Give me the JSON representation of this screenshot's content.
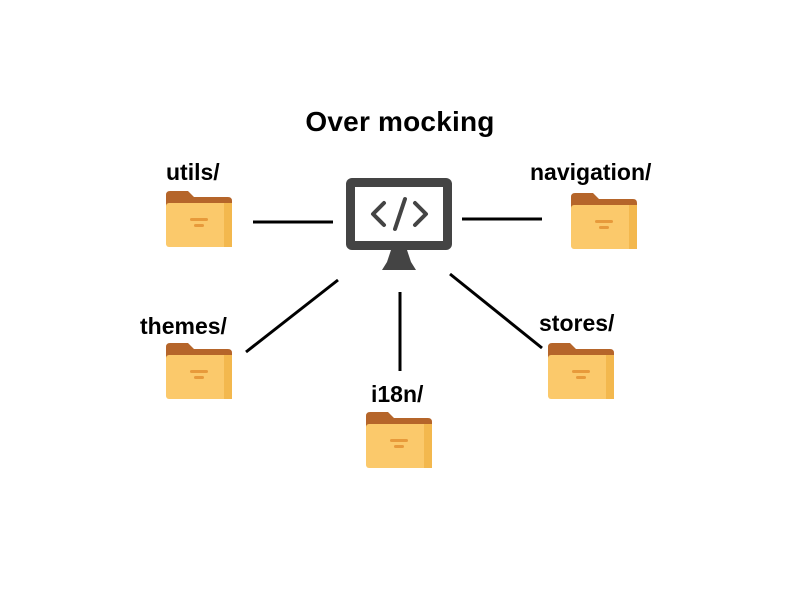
{
  "title": "Over mocking",
  "center": {
    "icon": "code-monitor-icon"
  },
  "folders": {
    "utils": {
      "label": "utils/",
      "icon": "folder-icon"
    },
    "navigation": {
      "label": "navigation/",
      "icon": "folder-icon"
    },
    "themes": {
      "label": "themes/",
      "icon": "folder-icon"
    },
    "stores": {
      "label": "stores/",
      "icon": "folder-icon"
    },
    "i18n": {
      "label": "i18n/",
      "icon": "folder-icon"
    }
  },
  "colors": {
    "folder_front": "#FBC96B",
    "folder_back": "#B5652A",
    "folder_mark": "#E79A3B",
    "monitor": "#444444",
    "connector": "#000000"
  }
}
